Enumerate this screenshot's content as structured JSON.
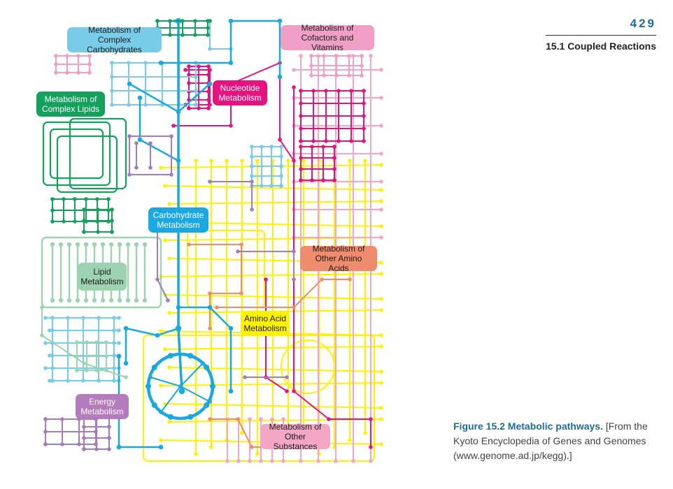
{
  "page": {
    "number": "429",
    "section": "15.1 Coupled Reactions"
  },
  "caption": {
    "figure_label": "Figure 15.2  Metabolic pathways.",
    "text": " [From the Kyoto Encyclopedia of Genes and Genomes (www.genome.ad.jp/kegg).]"
  },
  "diagram": {
    "colors": {
      "complex_carbohydrates": "#79cce8",
      "cofactors_vitamins": "#f0a0c6",
      "complex_lipids": "#16a05d",
      "nucleotide": "#e4137f",
      "carbohydrate": "#1ba8e1",
      "lipid": "#9ed3b2",
      "other_amino_acids": "#ef8c6d",
      "amino_acid": "#fff200",
      "energy": "#b47cbc",
      "other_substances": "#f4a6c5",
      "purple": "#a57bb8"
    },
    "labels": {
      "complex_carbohydrates": "Metabolism of Complex Carbohydrates",
      "cofactors_vitamins": "Metabolism of Cofactors and Vitamins",
      "complex_lipids": "Metabolism of Complex Lipids",
      "nucleotide": "Nucleotide Metabolism",
      "carbohydrate": "Carbohydrate Metabolism",
      "lipid": "Lipid Metabolism",
      "other_amino_acids": "Metabolism of Other Amino Acids",
      "amino_acid": "Amino Acid Metabolism",
      "energy": "Energy Metabolism",
      "other_substances": "Metabolism of Other Substances"
    }
  }
}
